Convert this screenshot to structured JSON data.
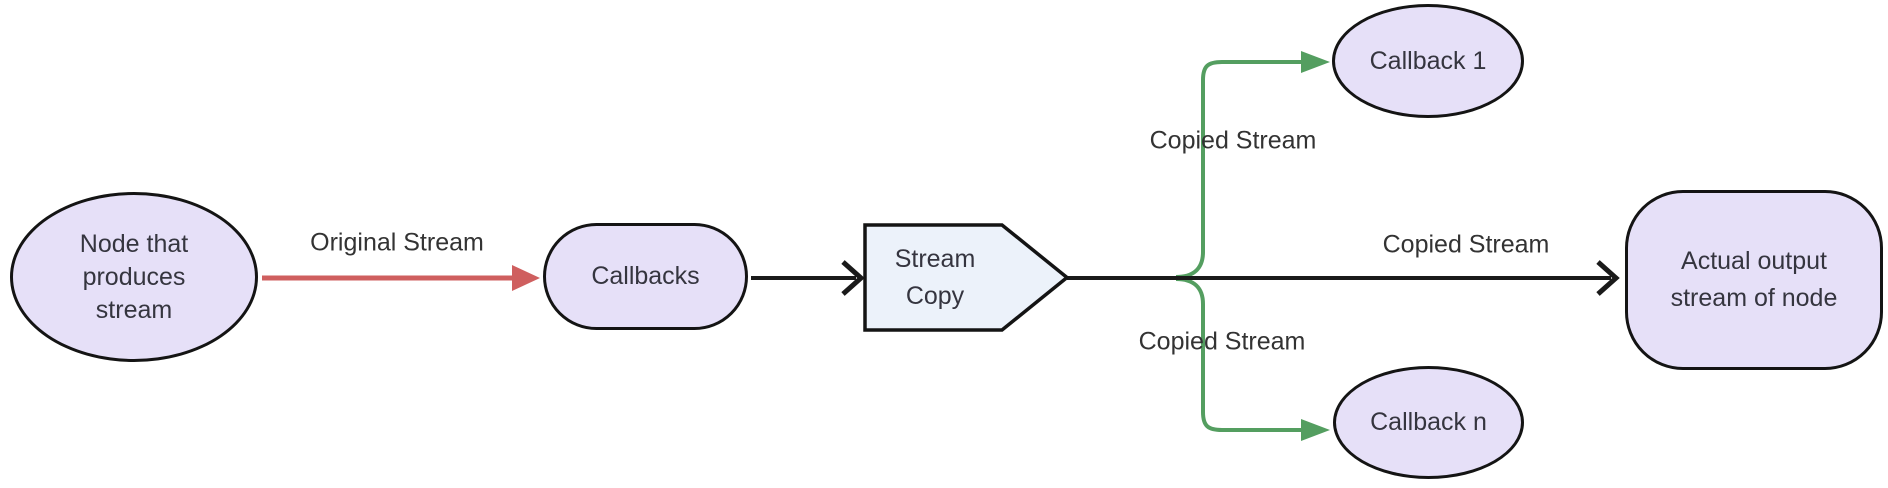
{
  "diagram": {
    "type": "flowchart",
    "background": "#ffffff",
    "colors": {
      "node_fill": "#e6e0f8",
      "process_fill": "#ecf2fa",
      "node_border": "#141414",
      "node_text": "#35353f",
      "label_text": "#333333",
      "edge_black": "#1a1a1a",
      "edge_red": "#cf5f5f",
      "edge_green": "#549e60"
    },
    "nodes": {
      "source": {
        "shape": "ellipse",
        "lines": [
          "Node that",
          "produces",
          "stream"
        ]
      },
      "callbacks": {
        "shape": "stadium",
        "lines": [
          "Callbacks"
        ]
      },
      "stream_copy": {
        "shape": "pointer-pentagon",
        "lines": [
          "Stream",
          "Copy"
        ]
      },
      "callback_1": {
        "shape": "ellipse",
        "lines": [
          "Callback 1"
        ]
      },
      "callback_n": {
        "shape": "ellipse",
        "lines": [
          "Callback n"
        ]
      },
      "output": {
        "shape": "rounded-rect",
        "lines": [
          "Actual output",
          "stream of node"
        ]
      }
    },
    "edges": {
      "source_to_callbacks": {
        "from": "source",
        "to": "callbacks",
        "label": "Original Stream",
        "color": "#cf5f5f"
      },
      "callbacks_to_streamcopy": {
        "from": "callbacks",
        "to": "stream_copy",
        "color": "#1a1a1a"
      },
      "streamcopy_to_callback1": {
        "from": "stream_copy",
        "to": "callback_1",
        "label": "Copied Stream",
        "color": "#549e60"
      },
      "streamcopy_to_output": {
        "from": "stream_copy",
        "to": "output",
        "label": "Copied Stream",
        "color": "#1a1a1a"
      },
      "streamcopy_to_callbackn": {
        "from": "stream_copy",
        "to": "callback_n",
        "label": "Copied Stream",
        "color": "#549e60"
      }
    }
  }
}
